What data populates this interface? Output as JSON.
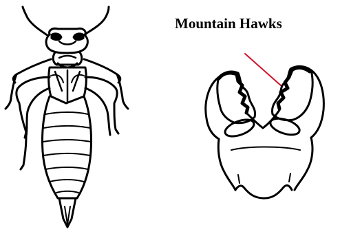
{
  "label": {
    "text": "Mountain Hawks"
  },
  "colors": {
    "ink": "#000000",
    "pointer": "#d0102a",
    "background": "#ffffff"
  },
  "figures": [
    {
      "name": "nymph-whole-body",
      "description_icon": "dragonfly-nymph-icon"
    },
    {
      "name": "labium-mask-closeup",
      "description_icon": "labium-mask-icon"
    }
  ]
}
